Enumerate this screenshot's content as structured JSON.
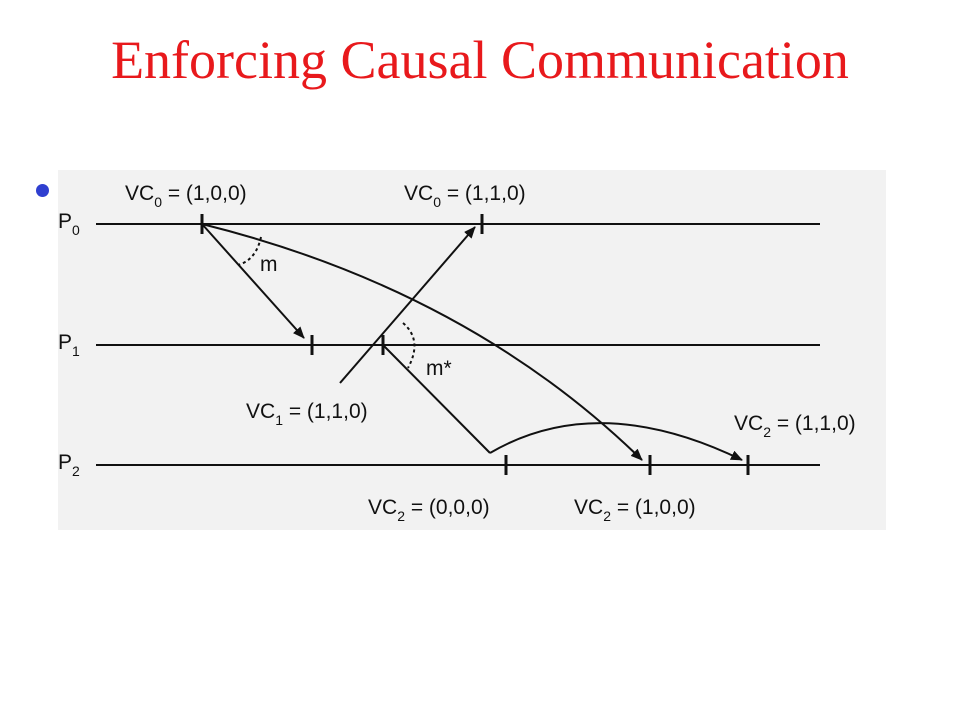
{
  "title": "Enforcing Causal Communication",
  "colors": {
    "title": "#e8191c",
    "bullet": "#2f3fd0",
    "diagram_background": "#f2f2f2",
    "ink": "#111111"
  },
  "processes": [
    {
      "label": "P",
      "sub": "0"
    },
    {
      "label": "P",
      "sub": "1"
    },
    {
      "label": "P",
      "sub": "2"
    }
  ],
  "clock_labels": [
    {
      "vc": "VC",
      "sub": "0",
      "value": " = (1,0,0)"
    },
    {
      "vc": "VC",
      "sub": "0",
      "value": " = (1,1,0)"
    },
    {
      "vc": "VC",
      "sub": "1",
      "value": " = (1,1,0)"
    },
    {
      "vc": "VC",
      "sub": "2",
      "value": " = (1,1,0)"
    },
    {
      "vc": "VC",
      "sub": "2",
      "value": " = (0,0,0)"
    },
    {
      "vc": "VC",
      "sub": "2",
      "value": " = (1,0,0)"
    }
  ],
  "messages": [
    {
      "label": "m"
    },
    {
      "label": "m*"
    }
  ]
}
